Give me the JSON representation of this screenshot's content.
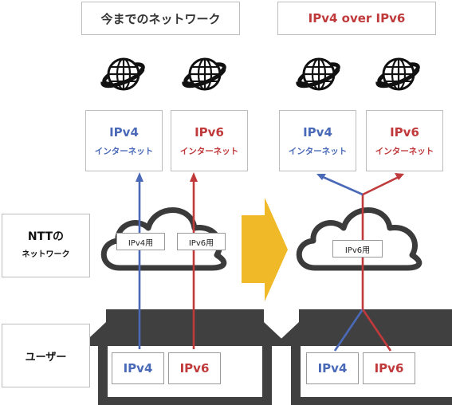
{
  "left": {
    "title": "今までのネットワーク",
    "ipv4": {
      "name": "IPv4",
      "sub": "インターネット"
    },
    "ipv6": {
      "name": "IPv6",
      "sub": "インターネット"
    },
    "tag_v4": "IPv4用",
    "tag_v6": "IPv6用",
    "dev_v4": "IPv4",
    "dev_v6": "IPv6"
  },
  "right": {
    "title": "IPv4 over IPv6",
    "ipv4": {
      "name": "IPv4",
      "sub": "インターネット"
    },
    "ipv6": {
      "name": "IPv6",
      "sub": "インターネット"
    },
    "tag_v6": "IPv6用",
    "dev_v4": "IPv4",
    "dev_v6": "IPv6"
  },
  "labels": {
    "ntt_line1": "NTTの",
    "ntt_line2": "ネットワーク",
    "user": "ユーザー"
  },
  "icons": [
    "globe-icon",
    "cloud-icon",
    "house-icon",
    "arrow-right-icon"
  ],
  "colors": {
    "ipv4": "#4a6ab8",
    "ipv6": "#c0393b",
    "arrow": "#f0b928",
    "house": "#404040",
    "globe": "#111111"
  }
}
